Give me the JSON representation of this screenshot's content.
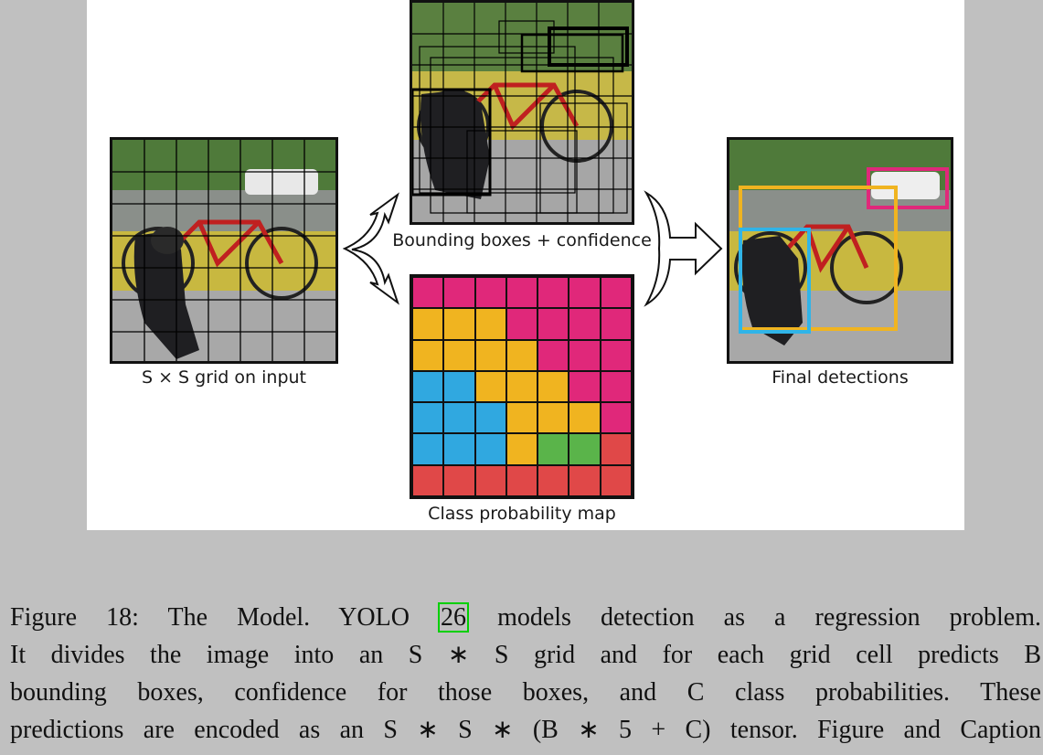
{
  "figure": {
    "labels": {
      "grid_input": "S × S grid on input",
      "bounding_boxes": "Bounding boxes + confidence",
      "class_map": "Class probability map",
      "final": "Final detections"
    },
    "class_map_colors": {
      "pink": "#e0287a",
      "yellow": "#f0b420",
      "blue": "#30a8e0",
      "green": "#5ab44a",
      "red": "#e04848"
    },
    "detection_colors": {
      "car": "#e0287a",
      "bicycle": "#f0b420",
      "dog": "#30b4e8"
    },
    "icons": [
      "split-arrow-icon",
      "merge-arrow-icon"
    ]
  },
  "caption": {
    "line1_pre": "Figure 18: The Model. YOLO ",
    "citation": "26",
    "line1_post": " models detection as a regression problem.",
    "line2": "It divides the image into an S ∗ S grid and for each grid cell predicts B",
    "line3": "bounding boxes, confidence for those boxes, and C class probabilities. These",
    "line4": "predictions are encoded as an S ∗ S ∗ (B ∗ 5 + C) tensor. Figure and Caption"
  }
}
